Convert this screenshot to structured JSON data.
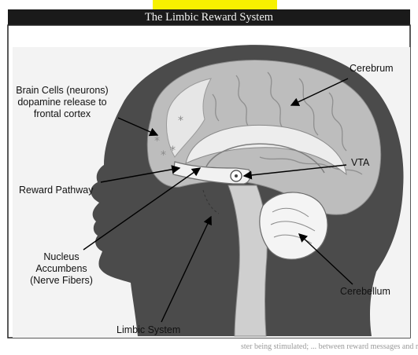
{
  "header": {
    "title": "The Limbic Reward System"
  },
  "labels": {
    "brain_cells": "Brain Cells (neurons)\ndopamine release to\nfrontal cortex",
    "reward_pathway": "Reward Pathway",
    "nucleus_accumbens": "Nucleus\nAccumbens\n(Nerve Fibers)",
    "limbic_system": "Limbic System",
    "cerebrum": "Cerebrum",
    "vta": "VTA",
    "cerebellum": "Cerebellum"
  },
  "footer": {
    "text": "ster being stimulated; ... between reward messages and reward"
  },
  "colors": {
    "title_bg": "#1a1a1a",
    "title_tab": "#f7f100",
    "head": "#4a4a4a",
    "brain": "#bdbdbd",
    "pathway": "#ececec"
  }
}
